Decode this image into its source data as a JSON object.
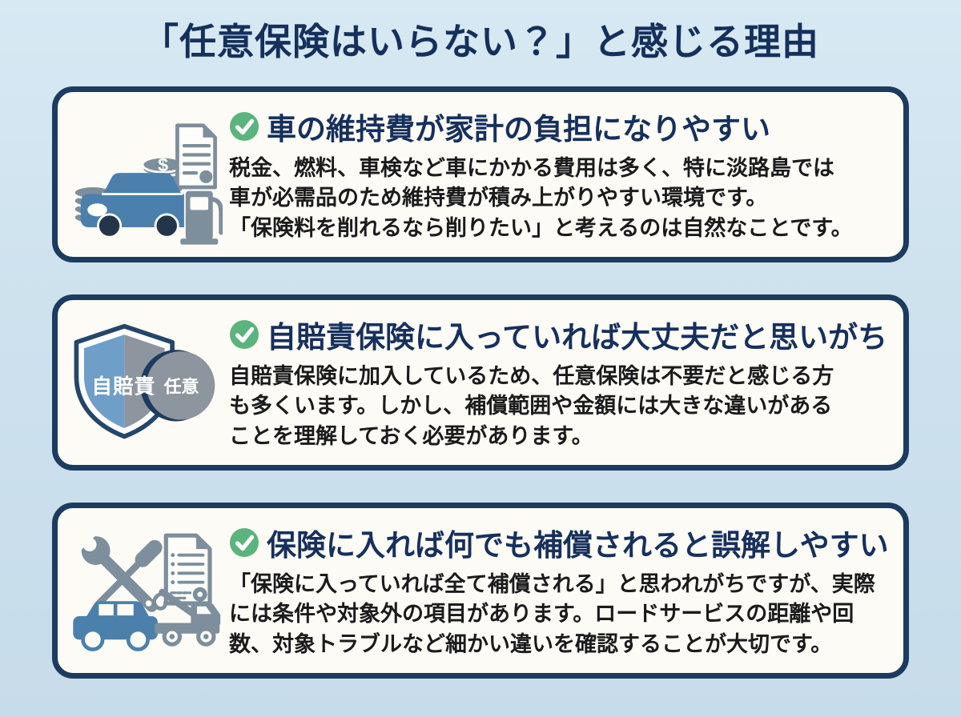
{
  "page": {
    "title": "「任意保険はいらない？」と感じる理由"
  },
  "cards": [
    {
      "icon": "car-costs-icon",
      "icon_dollar": "$",
      "heading": "車の維持費が家計の負担になりやすい",
      "body_lines": [
        "税金、燃料、車検など車にかかる費用は多く、特に淡路島では",
        "車が必需品のため維持費が積み上がりやすい環境です。",
        "「保険料を削れるなら削りたい」と考えるのは自然なことです。"
      ]
    },
    {
      "icon": "insurance-shield-icon",
      "icon_labels": {
        "left": "自賠責",
        "right": "任意"
      },
      "heading": "自賠責保険に入っていれば大丈夫だと思いがち",
      "body_lines": [
        "自賠責保険に加入しているため、任意保険は不要だと感じる方",
        "も多くいます。しかし、補償範囲や金額には大きな違いがある",
        "ことを理解しておく必要があります。"
      ]
    },
    {
      "icon": "roadside-service-icon",
      "heading": "保険に入れば何でも補償されると誤解しやすい",
      "body_lines": [
        "「保険に入っていれば全て補償される」と思われがちですが、実際",
        "には条件や対象外の項目があります。ロードサービスの距離や回",
        "数、対象トラブルなど細かい違いを確認することが大切です。"
      ]
    }
  ],
  "colors": {
    "background": "#cde1ee",
    "card_bg": "#fcfbf5",
    "card_border": "#1d3b5f",
    "title_navy": "#15305c",
    "heading_navy": "#16305e",
    "body_text": "#1b1b1d",
    "check_green": "#5ab47c",
    "icon_blue": "#4b80ac",
    "icon_gray": "#7d8e9c",
    "shield_blue": "#6f9fc8",
    "shield_gray": "#8d959e"
  }
}
